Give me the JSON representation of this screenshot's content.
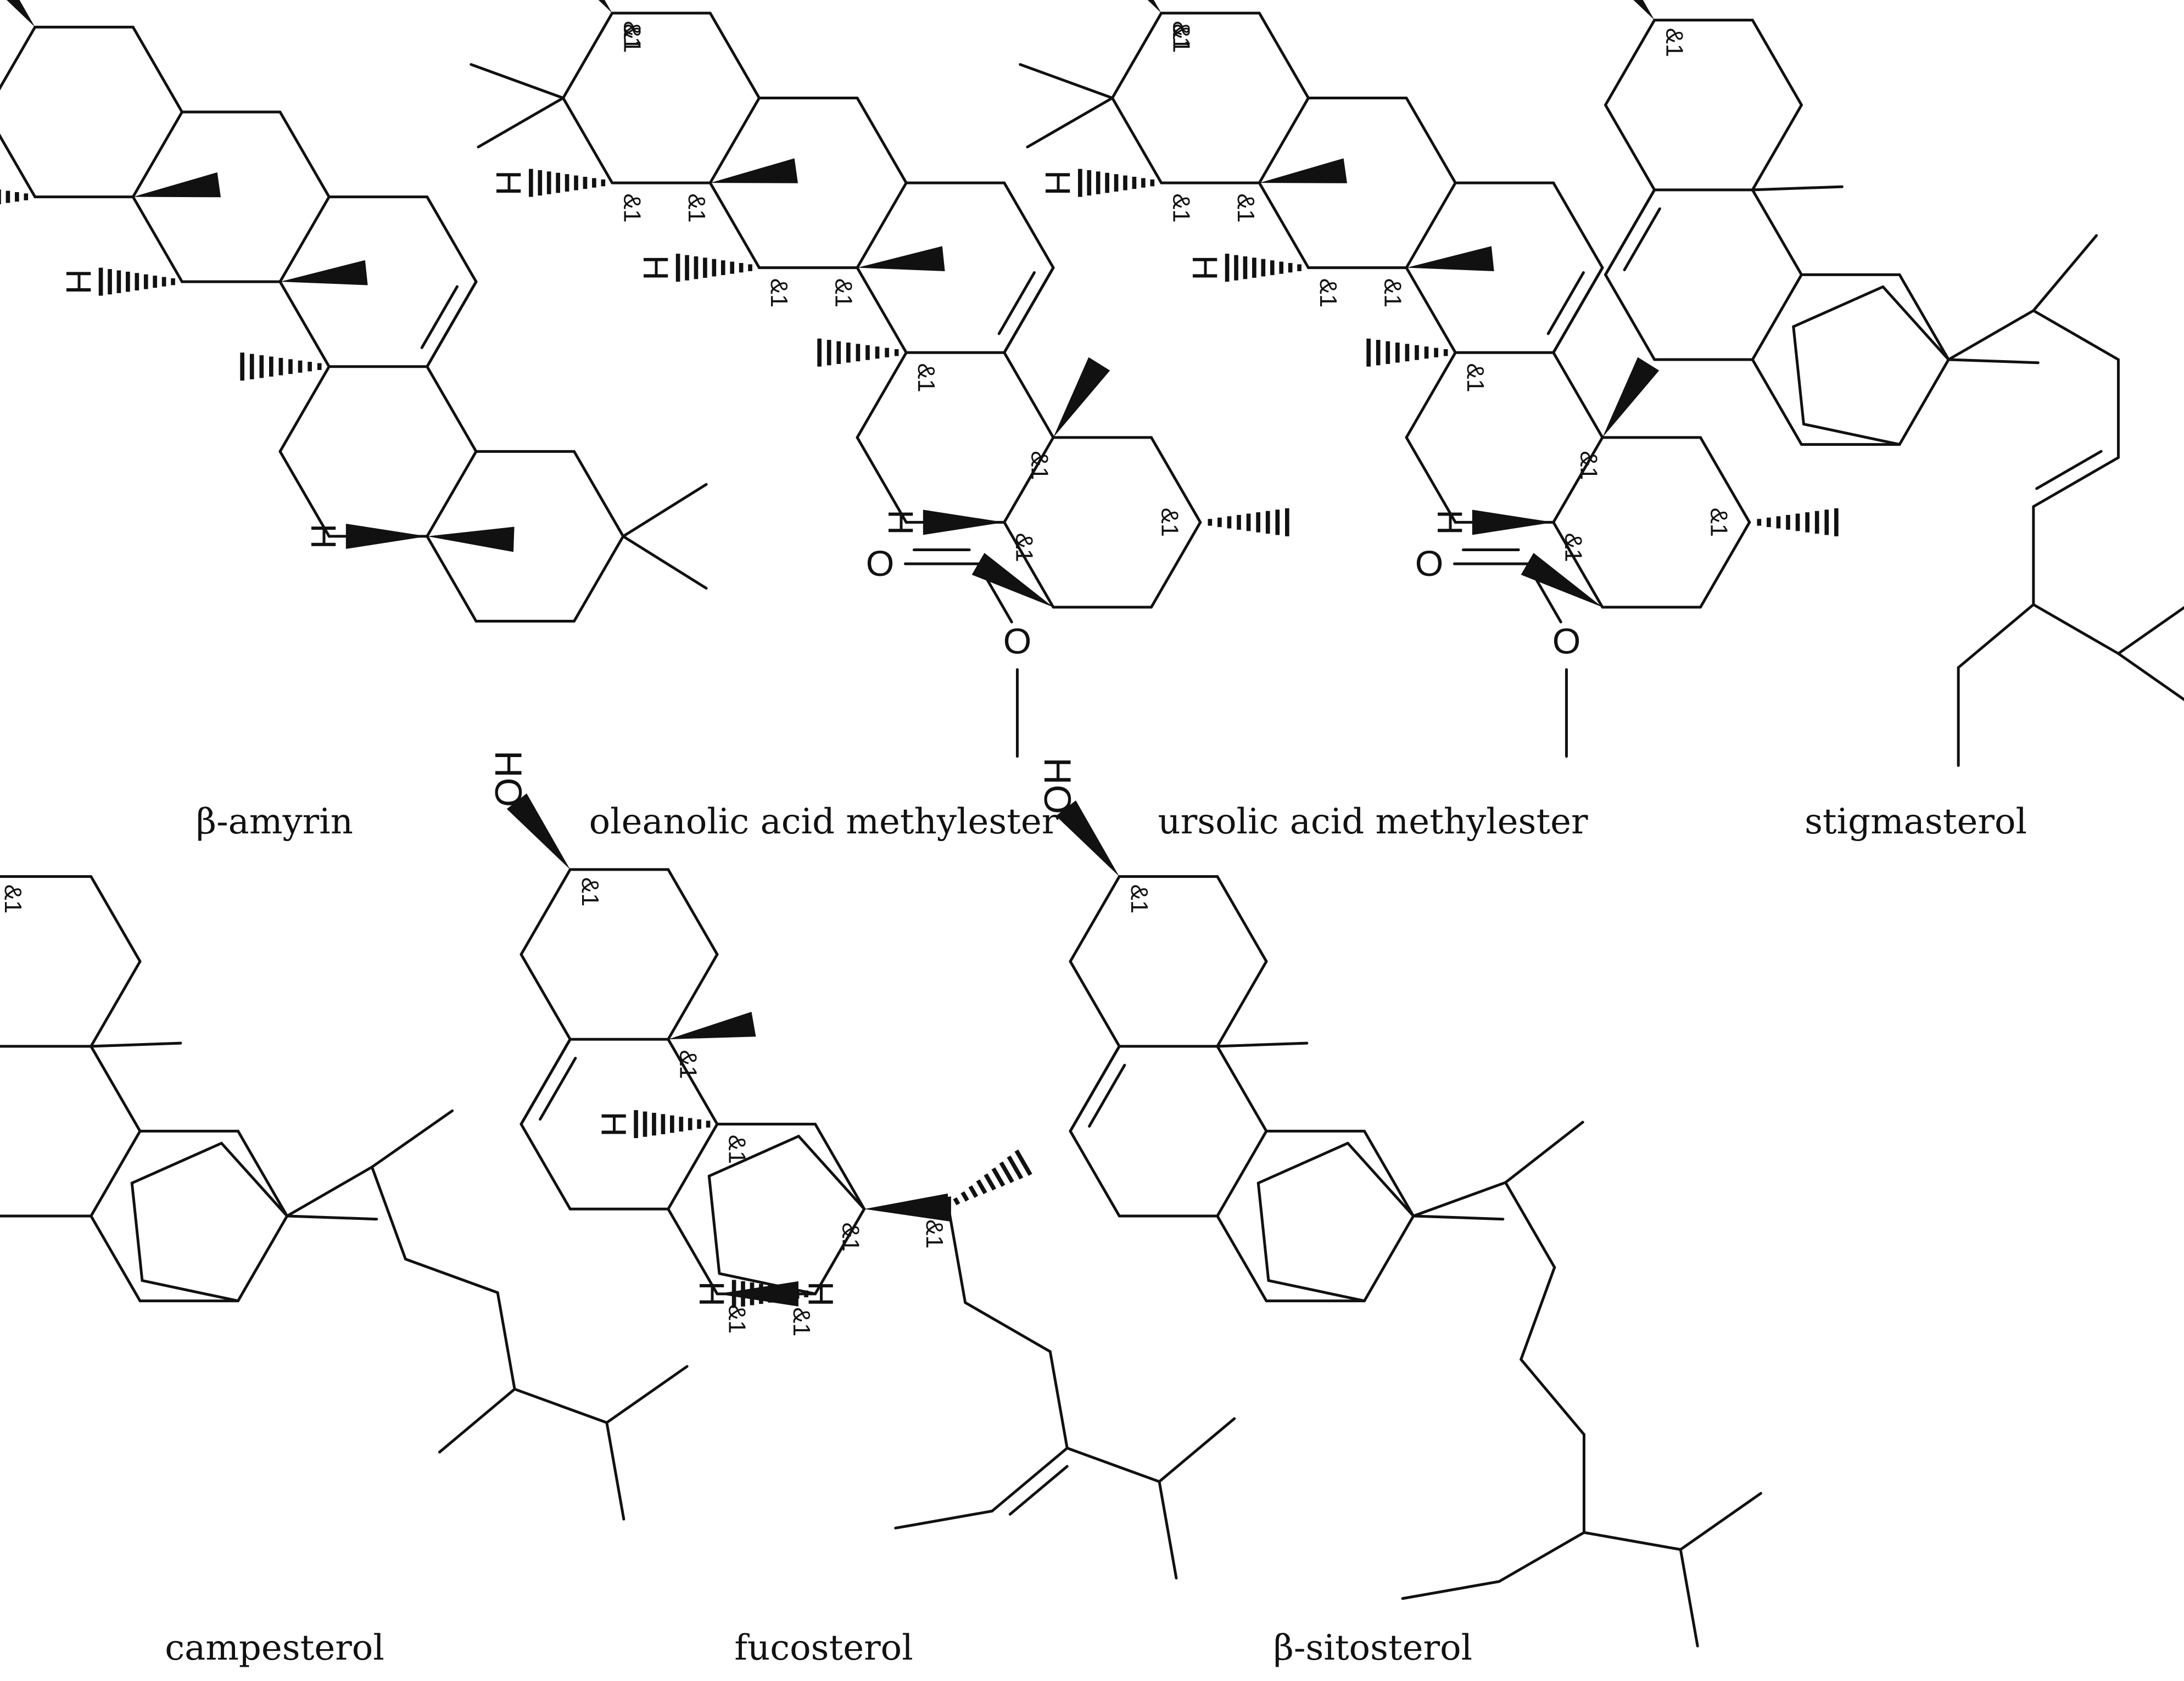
{
  "figure": {
    "compounds": [
      {
        "id": "b_amyrin",
        "name": "β-amyrin"
      },
      {
        "id": "oleanolic",
        "name": "oleanolic acid methylester"
      },
      {
        "id": "ursolic",
        "name": "ursolic acid methylester"
      },
      {
        "id": "stigmasterol",
        "name": "stigmasterol"
      },
      {
        "id": "campesterol",
        "name": "campesterol"
      },
      {
        "id": "fucosterol",
        "name": "fucosterol"
      },
      {
        "id": "b_sitosterol",
        "name": "β-sitosterol"
      }
    ],
    "atom_labels": {
      "hydroxyl": "HO",
      "hydrogen": "H",
      "oxygen": "O",
      "stereo_flag": "&1"
    },
    "colors": {
      "ink": "#111111",
      "background": "#ffffff"
    }
  }
}
